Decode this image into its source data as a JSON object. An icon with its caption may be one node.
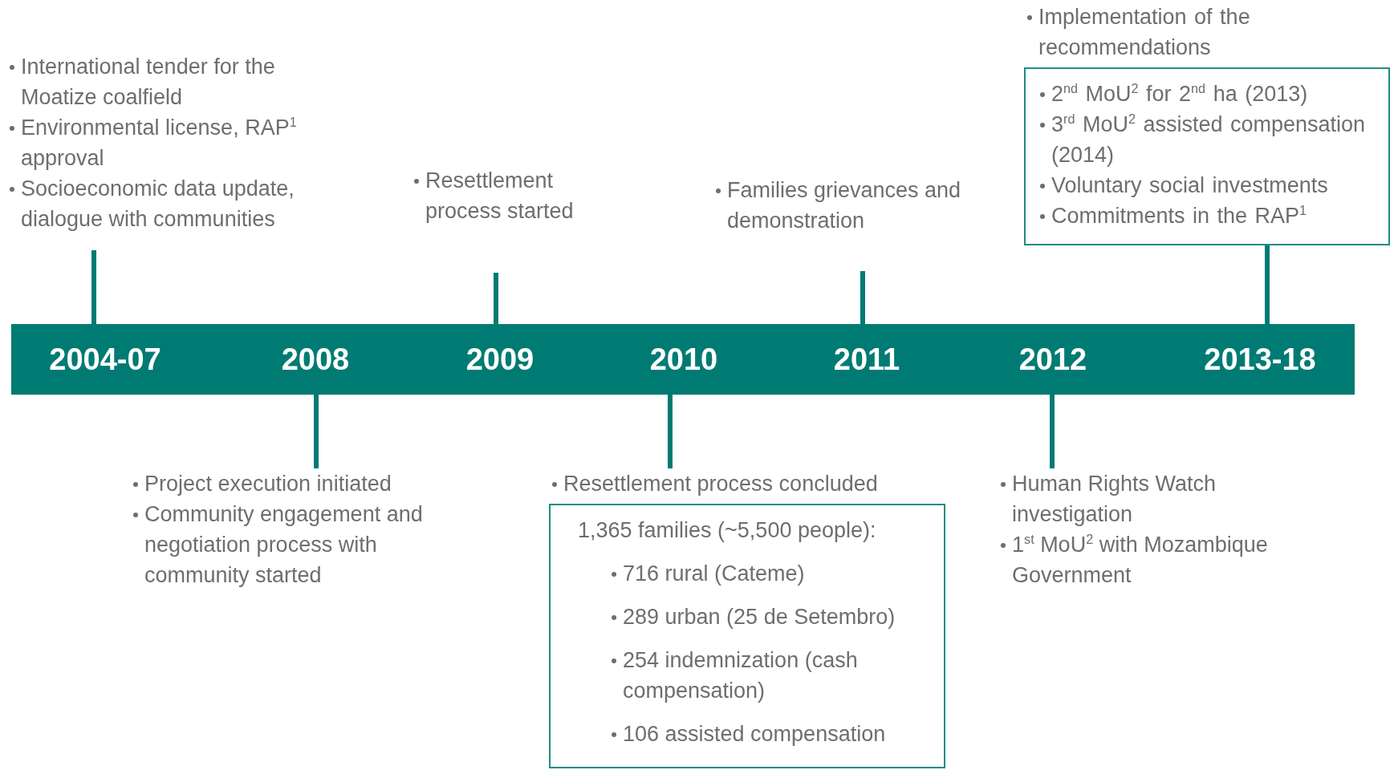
{
  "diagram": {
    "nodes": [
      {
        "text": [],
        "shape": "bar"
      },
      {
        "text": [
          "2004-07"
        ],
        "in": 0
      },
      {
        "text": [
          "2008"
        ],
        "in": 0
      },
      {
        "text": [
          "2009"
        ],
        "in": 0
      },
      {
        "text": [
          "2010"
        ],
        "in": 0
      },
      {
        "text": [
          "2011"
        ],
        "in": 0
      },
      {
        "text": [
          "2012"
        ],
        "in": 0
      },
      {
        "text": [
          "2013-18"
        ],
        "in": 0
      },
      {
        "text": [
          "International tender for the Moatize coalfield",
          "Environmental license, RAP$^{1}$ approval",
          "Socioeconomic data update, dialogue with communities"
        ]
      },
      {
        "text": [
          "Project execution initiated",
          "Community engagement and negotiation process with community started"
        ]
      },
      {
        "text": [
          "Resettlement process started"
        ]
      },
      {
        "text": [
          "Resettlement process concluded",
          "1,365 families (~5,500 people):",
          "716 rural (Cateme)",
          "289 urban (25 de Setembro)",
          "254 indemnization (cash compensation)",
          "106 assisted compensation"
        ]
      },
      {
        "text": [
          "Families grievances and demonstration"
        ]
      },
      {
        "text": [
          "Human Rights Watch investigation",
          "1$^{st}$ MoU$^{2}$ with Mozambique Government"
        ]
      },
      {
        "text": [
          "Implementation of the recommendations",
          "2$^{nd}$ MoU$^{2}$ for 2$^{nd}$ ha (2013)",
          "3$^{rd}$ MoU$^{2}$ assisted compensation (2014)",
          "Voluntary social investments",
          "Commitments in the RAP$^{1}$"
        ]
      }
    ],
    "edges": [
      {
        "from": 8,
        "to": 1,
        "arrow": "none"
      },
      {
        "from": 9,
        "to": 2,
        "arrow": "none"
      },
      {
        "from": 10,
        "to": 3,
        "arrow": "none"
      },
      {
        "from": 11,
        "to": 4,
        "arrow": "none"
      },
      {
        "from": 12,
        "to": 5,
        "arrow": "none"
      },
      {
        "from": 13,
        "to": 6,
        "arrow": "none"
      },
      {
        "from": 14,
        "to": 7,
        "arrow": "none"
      }
    ]
  }
}
